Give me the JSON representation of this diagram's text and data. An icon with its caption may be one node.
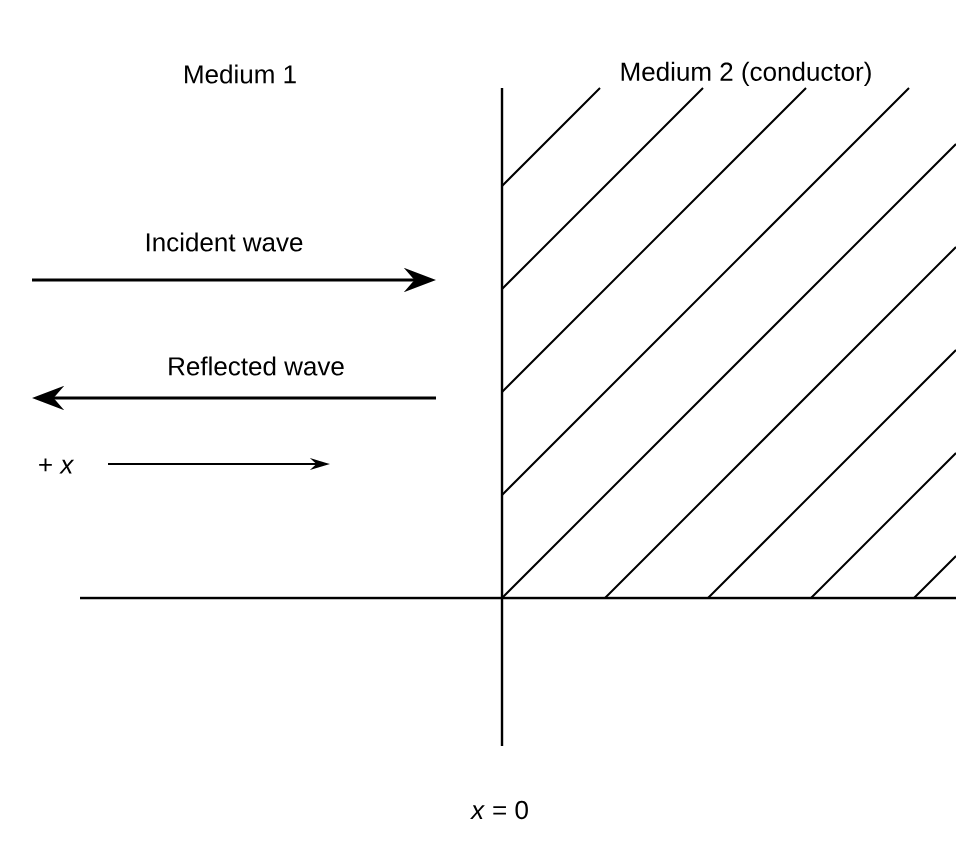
{
  "diagram": {
    "labels": [
      "Medium 1",
      "Medium 2 (conductor)",
      "Incident wave",
      "Reflected wave",
      "+ *x*",
      "*x* = 0"
    ]
  }
}
